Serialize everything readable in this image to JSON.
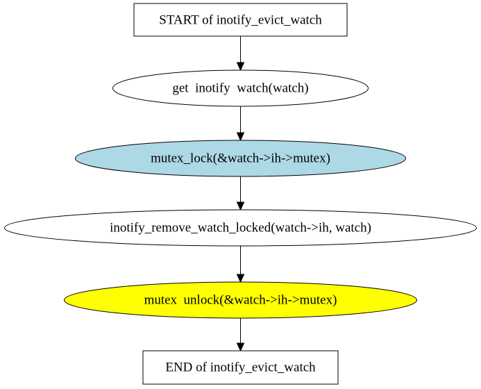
{
  "nodes": {
    "start": {
      "label": "START of inotify_evict_watch",
      "shape": "box",
      "fill": "#ffffff"
    },
    "get_watch": {
      "label": "get  inotify  watch(watch)",
      "shape": "ellipse",
      "fill": "#ffffff"
    },
    "mutex_lock": {
      "label": "mutex_lock(&watch->ih->mutex)",
      "shape": "ellipse",
      "fill": "#add8e6"
    },
    "remove_watch": {
      "label": "inotify_remove_watch_locked(watch->ih, watch)",
      "shape": "ellipse",
      "fill": "#ffffff"
    },
    "mutex_unlock": {
      "label": "mutex  unlock(&watch->ih->mutex)",
      "shape": "ellipse",
      "fill": "#ffff00"
    },
    "end": {
      "label": "END of inotify_evict_watch",
      "shape": "box",
      "fill": "#ffffff"
    }
  },
  "edges": [
    {
      "from": "start",
      "to": "get_watch"
    },
    {
      "from": "get_watch",
      "to": "mutex_lock"
    },
    {
      "from": "mutex_lock",
      "to": "remove_watch"
    },
    {
      "from": "remove_watch",
      "to": "mutex_unlock"
    },
    {
      "from": "mutex_unlock",
      "to": "end"
    }
  ]
}
